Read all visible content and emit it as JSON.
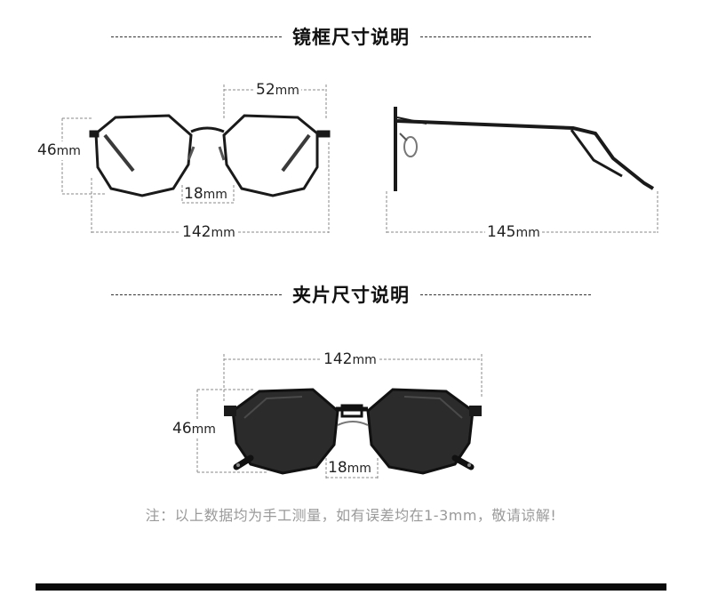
{
  "frame_section": {
    "title": "镜框尺寸说明",
    "lens_width": {
      "value": "52",
      "unit": "mm"
    },
    "lens_height": {
      "value": "46",
      "unit": "mm"
    },
    "bridge_width": {
      "value": "18",
      "unit": "mm"
    },
    "frame_width": {
      "value": "142",
      "unit": "mm"
    },
    "temple_length": {
      "value": "145",
      "unit": "mm"
    }
  },
  "clip_section": {
    "title": "夹片尺寸说明",
    "clip_width": {
      "value": "142",
      "unit": "mm"
    },
    "clip_height": {
      "value": "46",
      "unit": "mm"
    },
    "bridge_width": {
      "value": "18",
      "unit": "mm"
    }
  },
  "note": "注：以上数据均为手工测量，如有误差均在1-3mm，敬请谅解!",
  "colors": {
    "frame": "#1a1a1a",
    "lens_tint": "#2b2b2b",
    "dimension_line": "#888888",
    "footer_bar": "#0a0a0a"
  },
  "icons": [
    "eyeglasses-front-image",
    "eyeglasses-side-image",
    "clip-on-sunglasses-image"
  ]
}
